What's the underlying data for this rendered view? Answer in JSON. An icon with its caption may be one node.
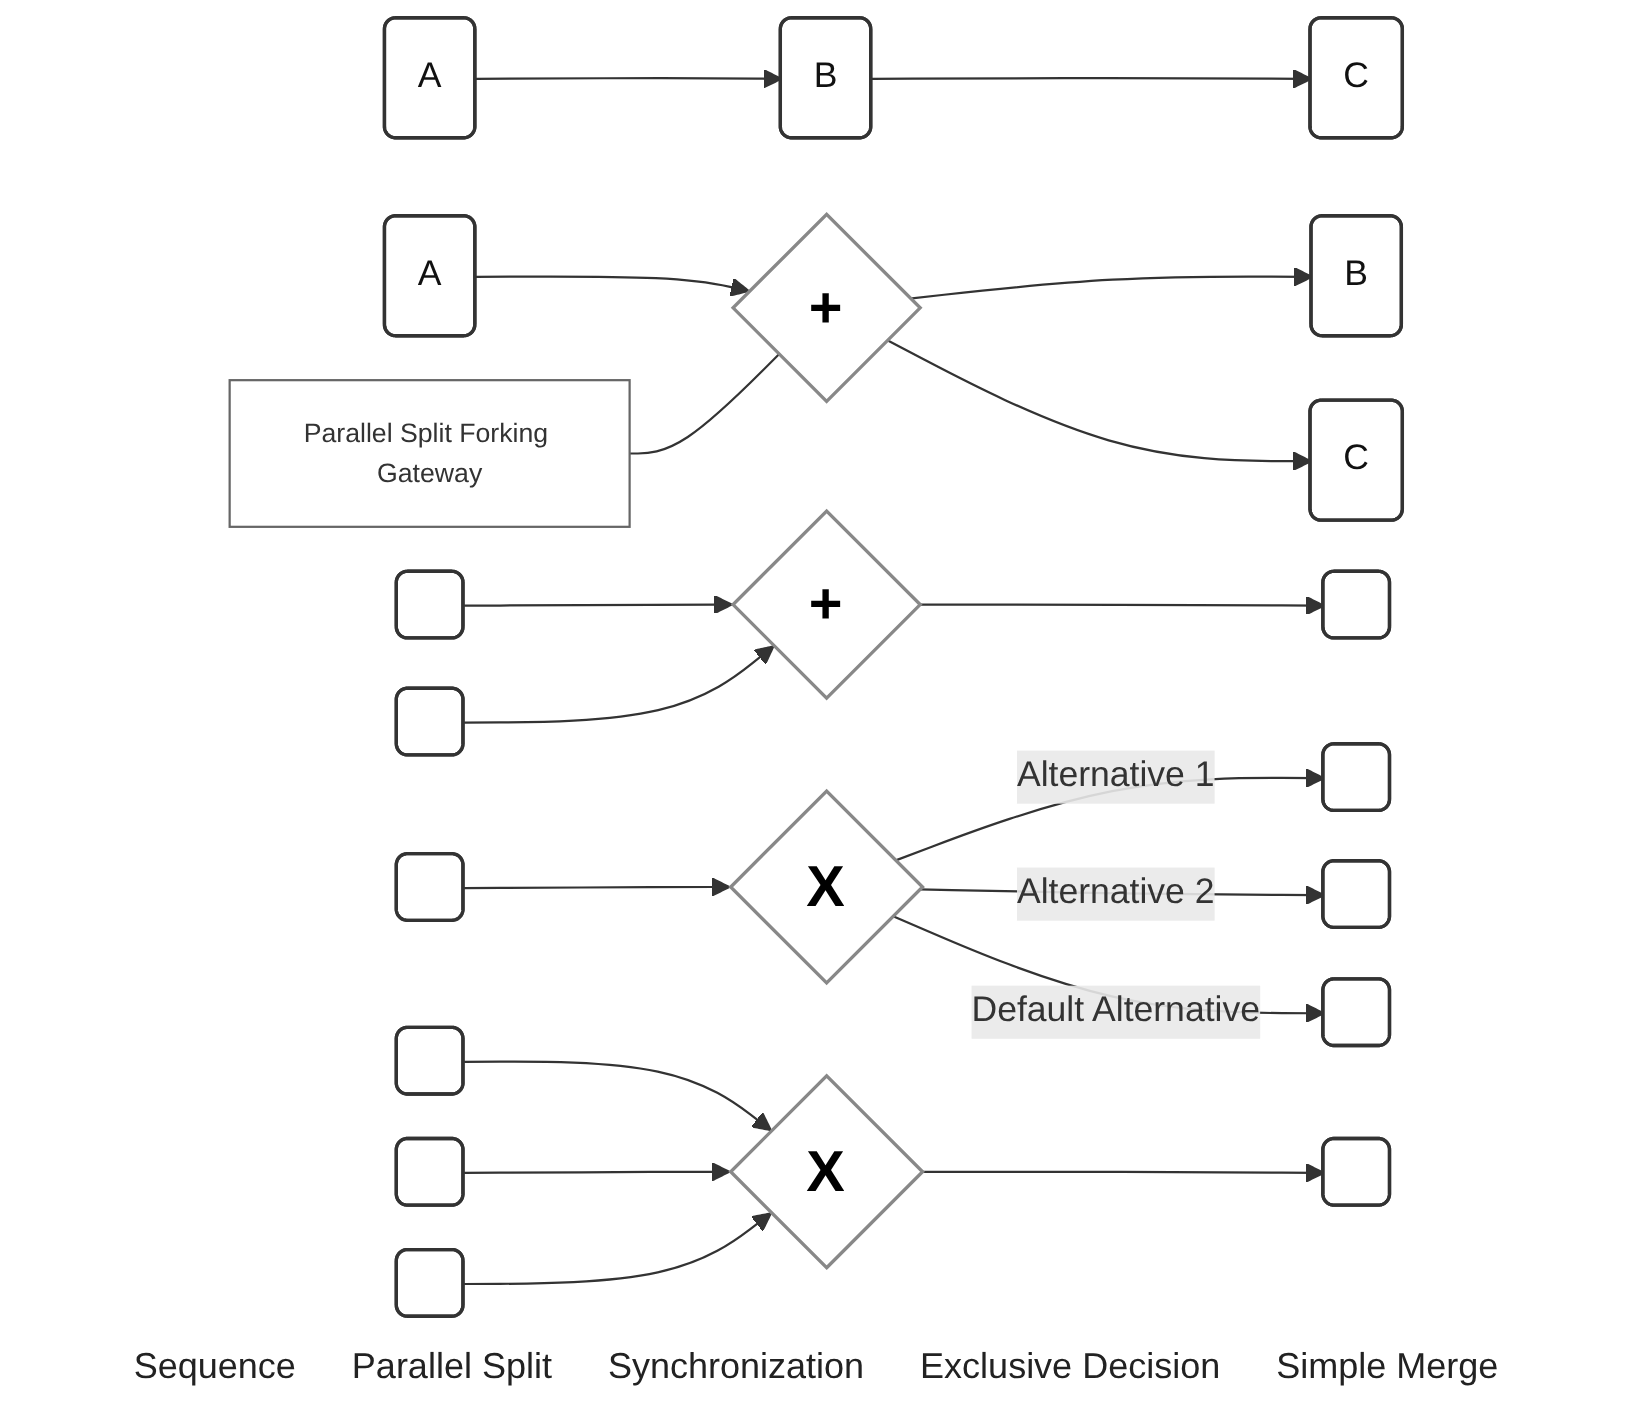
{
  "diagram": {
    "nodes": [
      {
        "text": [
          "A"
        ]
      },
      {
        "text": [
          "B"
        ]
      },
      {
        "text": [
          "C"
        ]
      },
      {
        "text": [
          "A"
        ]
      },
      {
        "text": [
          "+"
        ]
      },
      {
        "text": [
          "B"
        ]
      },
      {
        "text": [
          "C"
        ]
      },
      {
        "text": [
          "Parallel Split Forking Gateway"
        ]
      },
      {
        "text": [],
        "shape": "box"
      },
      {
        "text": [],
        "shape": "box"
      },
      {
        "text": [
          "+"
        ]
      },
      {
        "text": [],
        "shape": "box"
      },
      {
        "text": [],
        "shape": "box"
      },
      {
        "text": [
          "X"
        ]
      },
      {
        "text": [],
        "shape": "box"
      },
      {
        "text": [],
        "shape": "box"
      },
      {
        "text": [],
        "shape": "box"
      },
      {
        "text": [],
        "shape": "box"
      },
      {
        "text": [],
        "shape": "box"
      },
      {
        "text": [],
        "shape": "box"
      },
      {
        "text": [
          "X"
        ]
      },
      {
        "text": [],
        "shape": "box"
      }
    ],
    "edges": [
      {
        "from": 0,
        "to": 1,
        "arrow": "to"
      },
      {
        "from": 1,
        "to": 2,
        "arrow": "to"
      },
      {
        "from": 3,
        "to": 4,
        "arrow": "to"
      },
      {
        "from": 4,
        "to": 5,
        "arrow": "to"
      },
      {
        "from": 4,
        "to": 6,
        "arrow": "to"
      },
      {
        "from": 7,
        "to": 4,
        "arrow": "none"
      },
      {
        "from": 8,
        "to": 10,
        "arrow": "to"
      },
      {
        "from": 9,
        "to": 10,
        "arrow": "to"
      },
      {
        "from": 10,
        "to": 11,
        "arrow": "to"
      },
      {
        "from": 12,
        "to": 13,
        "arrow": "to"
      },
      {
        "from": 13,
        "to": 14,
        "label": "Alternative 1",
        "arrow": "to"
      },
      {
        "from": 13,
        "to": 15,
        "label": "Alternative 2",
        "arrow": "to"
      },
      {
        "from": 13,
        "to": 16,
        "label": "Default Alternative",
        "arrow": "to"
      },
      {
        "from": 17,
        "to": 20,
        "arrow": "to"
      },
      {
        "from": 18,
        "to": 20,
        "arrow": "to"
      },
      {
        "from": 19,
        "to": 20,
        "arrow": "to"
      },
      {
        "from": 20,
        "to": 21,
        "arrow": "to"
      }
    ],
    "labels": [
      "Sequence",
      "Parallel Split",
      "Synchronization",
      "Exclusive Decision",
      "Simple Merge"
    ]
  }
}
